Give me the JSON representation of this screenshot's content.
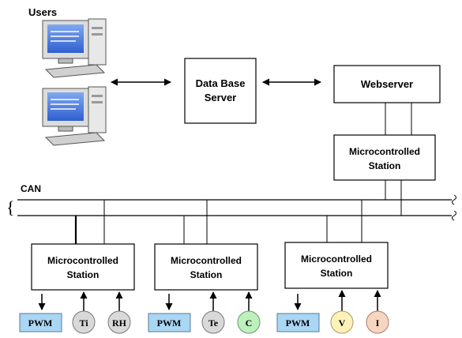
{
  "users_label": "Users",
  "database_server": {
    "line1": "Data Base",
    "line2": "Server"
  },
  "webserver": "Webserver",
  "top_station": {
    "line1": "Microcontrolled",
    "line2": "Station"
  },
  "bus_label": "CAN",
  "stations": [
    {
      "line1": "Microcontrolled",
      "line2": "Station",
      "actuator": "PWM",
      "sensors": [
        "Ti",
        "RH"
      ]
    },
    {
      "line1": "Microcontrolled",
      "line2": "Station",
      "actuator": "PWM",
      "sensors": [
        "Te",
        "C"
      ]
    },
    {
      "line1": "Microcontrolled",
      "line2": "Station",
      "actuator": "PWM",
      "sensors": [
        "V",
        "I"
      ]
    }
  ],
  "colors": {
    "pwm_fill": "#a9d6f2",
    "sensor_grey": "#d9d9d9",
    "sensor_green": "#bdf0bd",
    "sensor_yellow": "#fff2b8",
    "sensor_peach": "#f7d5c0",
    "screen_blue": "#3a6fd8"
  }
}
